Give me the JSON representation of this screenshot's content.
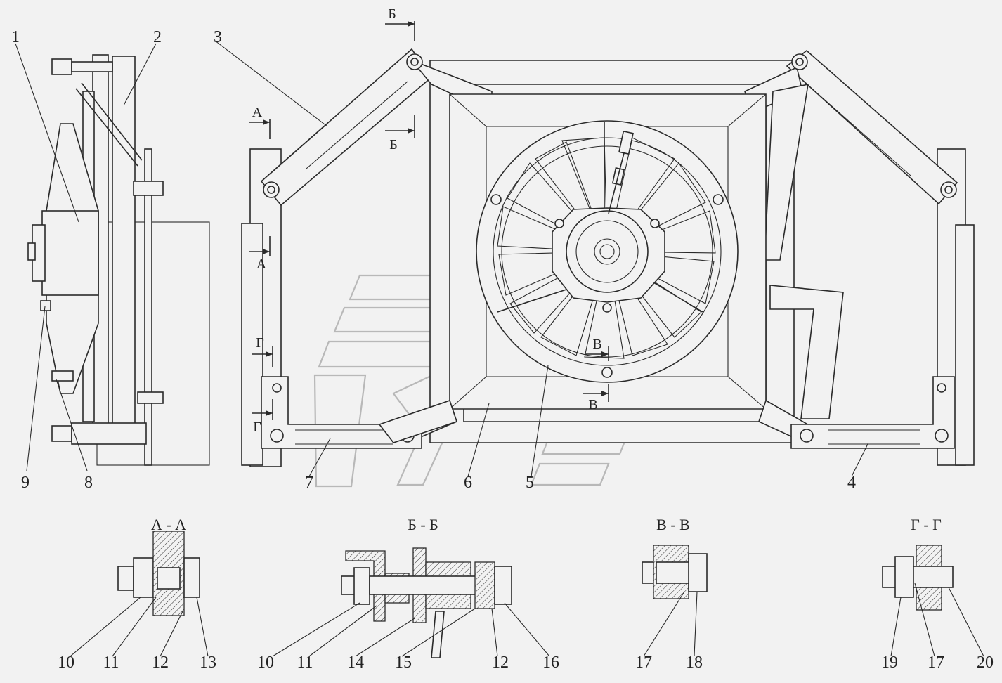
{
  "part_labels": {
    "p1": "1",
    "p2": "2",
    "p3": "3",
    "p4": "4",
    "p5": "5",
    "p6": "6",
    "p7": "7",
    "p8": "8",
    "p9": "9"
  },
  "section_titles": {
    "aa": "А - А",
    "bb": "Б - Б",
    "vv": "В - В",
    "gg": "Г - Г"
  },
  "section_markers": {
    "a": "А",
    "b": "Б",
    "v": "В",
    "g": "Г"
  },
  "detail_labels": {
    "aa": [
      "10",
      "11",
      "12",
      "13"
    ],
    "bb": [
      "10",
      "11",
      "14",
      "15",
      "12",
      "16"
    ],
    "vv": [
      "17",
      "18"
    ],
    "gg": [
      "19",
      "17",
      "20"
    ]
  }
}
